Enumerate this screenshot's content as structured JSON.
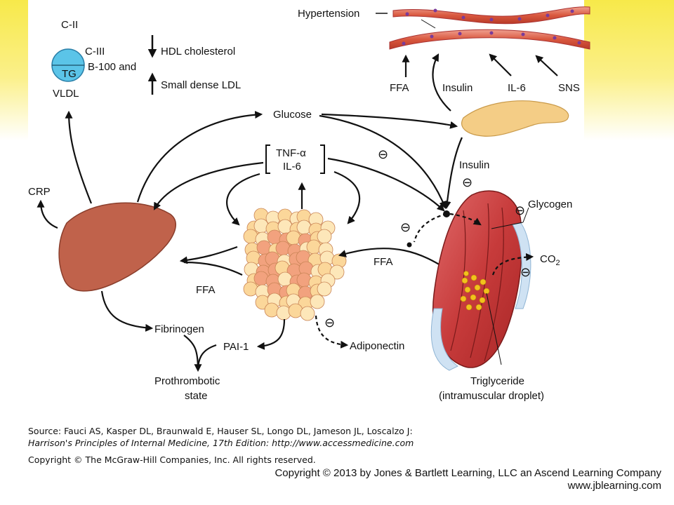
{
  "diagram": {
    "labels": {
      "hypertension": "Hypertension",
      "ffa_top": "FFA",
      "insulin_top": "Insulin",
      "il6_top": "IL-6",
      "sns": "SNS",
      "vldl_c2": "C-II",
      "vldl_c3": "C-III",
      "vldl_b100": "B-100 and",
      "vldl_tg": "TG",
      "vldl": "VLDL",
      "hdl": "HDL cholesterol",
      "ldl": "Small dense LDL",
      "glucose": "Glucose",
      "tnf": "TNF-α",
      "il6_mid": "IL-6",
      "insulin_mid": "Insulin",
      "glycogen": "Glycogen",
      "crp": "CRP",
      "ffa_left": "FFA",
      "ffa_right": "FFA",
      "co2_main": "CO",
      "co2_sub": "2",
      "fibrinogen": "Fibrinogen",
      "pai1": "PAI-1",
      "adiponectin": "Adiponectin",
      "prothrombotic_1": "Prothrombotic",
      "prothrombotic_2": "state",
      "triglyceride_1": "Triglyceride",
      "triglyceride_2": "(intramuscular droplet)",
      "minus": "⊖"
    }
  },
  "source": {
    "line1": "Source: Fauci AS, Kasper DL, Braunwald E, Hauser SL, Longo DL, Jameson JL, Loscalzo J:",
    "line2": "Harrison's Principles of Internal Medicine, 17th Edition: http://www.accessmedicine.com",
    "copyright": "Copyright © The McGraw-Hill Companies, Inc. All rights reserved."
  },
  "footer": {
    "line1": "Copyright © 2013 by Jones & Bartlett Learning, LLC an Ascend Learning Company",
    "line2": "www.jblearning.com"
  }
}
